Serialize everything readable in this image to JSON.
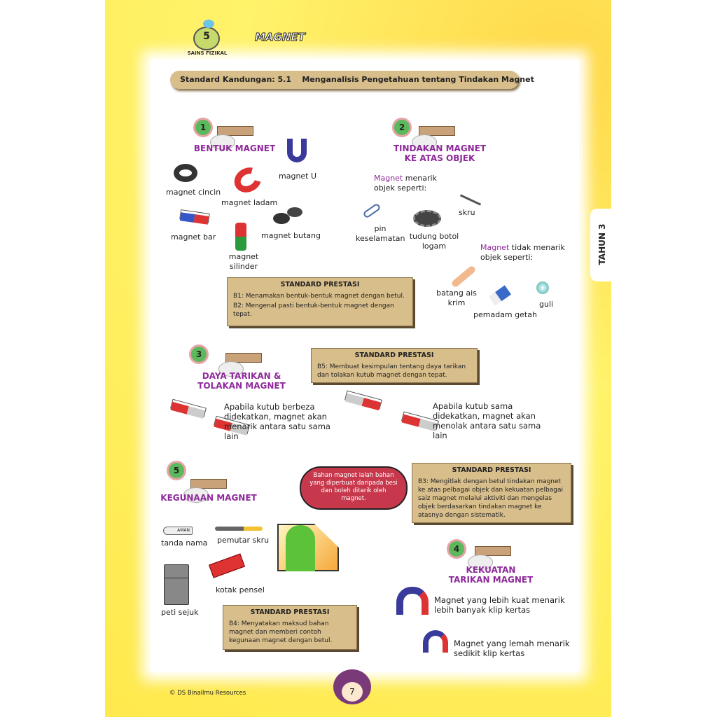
{
  "header": {
    "badge_number": "5",
    "badge_text": "SAINS FIZIKAL",
    "title": "MAGNET",
    "standard": "Standard Kandungan: 5.1    Menganalisis Pengetahuan tentang Tindakan Magnet",
    "side_tab": "TAHUN 3"
  },
  "s1": {
    "num": "1",
    "title": "BENTUK MAGNET",
    "items": [
      "magnet cincin",
      "magnet ladam",
      "magnet U",
      "magnet bar",
      "magnet butang",
      "magnet silinder"
    ],
    "sp": {
      "title": "STANDARD PRESTASI",
      "b1": "B1: Menamakan bentuk-bentuk magnet dengan betul.",
      "b2": "B2: Mengenal pasti bentuk-bentuk magnet dengan tepat."
    }
  },
  "s2": {
    "num": "2",
    "title": "TINDAKAN MAGNET KE ATAS OBJEK",
    "attract_word": "Magnet",
    "attract_rest": " menarik objek seperti:",
    "attract_items": [
      "pin keselamatan",
      "tudung botol logam",
      "skru"
    ],
    "not_word": "Magnet",
    "not_rest": " tidak menarik objek seperti:",
    "not_items": [
      "batang ais krim",
      "pemadam getah",
      "guli"
    ]
  },
  "s3": {
    "num": "3",
    "title": "DAYA TARIKAN & TOLAKAN MAGNET",
    "sp": {
      "title": "STANDARD PRESTASI",
      "b5": "B5: Membuat kesimpulan tentang daya tarikan dan tolakan kutub magnet dengan tepat."
    },
    "attract_text": "Apabila kutub berbeza didekatkan, magnet akan menarik antara satu sama lain",
    "repel_text": "Apabila kutub sama didekatkan, magnet akan menolak antara satu sama lain"
  },
  "s5": {
    "num": "5",
    "title": "KEGUNAAN MAGNET",
    "items": [
      "tanda nama",
      "pemutar skru",
      "peti sejuk",
      "kotak pensel"
    ],
    "tag_text": "AMAN",
    "bubble": "Bahan magnet ialah bahan yang diperbuat daripada besi dan boleh ditarik oleh magnet.",
    "sp": {
      "title": "STANDARD PRESTASI",
      "b4": "B4: Menyatakan maksud bahan magnet dan memberi contoh kegunaan magnet dengan betul."
    }
  },
  "sp_b3": {
    "title": "STANDARD PRESTASI",
    "b3": "B3: Mengitlak dengan betul tindakan magnet ke atas pelbagai objek dan kekuatan pelbagai saiz magnet melalui aktiviti dan mengelas objek berdasarkan tindakan magnet ke atasnya dengan sistematik."
  },
  "s4": {
    "num": "4",
    "title": "KEKUATAN TARIKAN MAGNET",
    "strong": "Magnet yang lebih kuat menarik lebih banyak klip kertas",
    "weak": "Magnet yang lemah menarik sedikit klip kertas"
  },
  "footer": {
    "copyright": "© DS Binailmu Resources",
    "page": "7"
  },
  "colors": {
    "accent": "#8e2a9b",
    "box": "#d8be8b",
    "bubble": "#c8384c"
  }
}
